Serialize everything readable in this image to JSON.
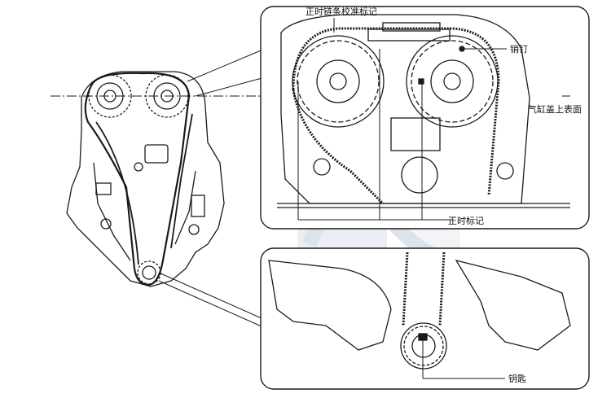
{
  "labels": {
    "chain_alignment_mark": "正时链条校准标记",
    "pin": "销钉",
    "cylinder_head_top_surface": "气缸盖上表面",
    "timing_mark": "正时标记",
    "key": "钥匙"
  },
  "watermark": {
    "color": "#9fb0c4"
  }
}
